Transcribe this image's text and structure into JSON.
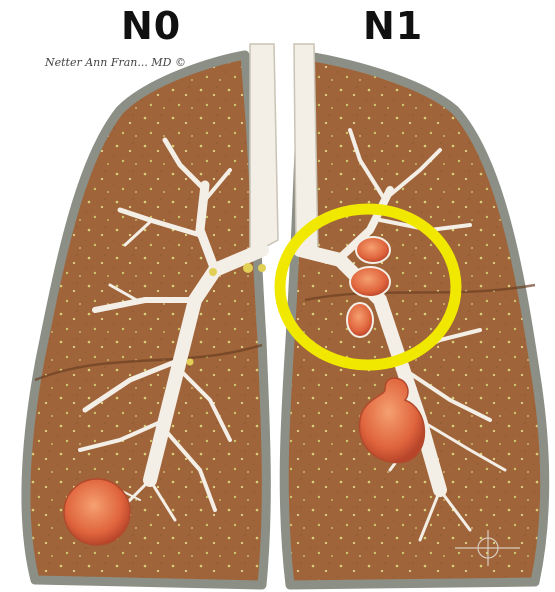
{
  "labels": {
    "left": "N0",
    "right": "N1"
  },
  "signature": "Netter Ann Fran... MD ©",
  "colors": {
    "lung_tissue": "#a0643a",
    "lung_edge": "#8c8f86",
    "airway": "#f3efe6",
    "tumor": "#e0653d",
    "node_ring": "#f1d400"
  }
}
